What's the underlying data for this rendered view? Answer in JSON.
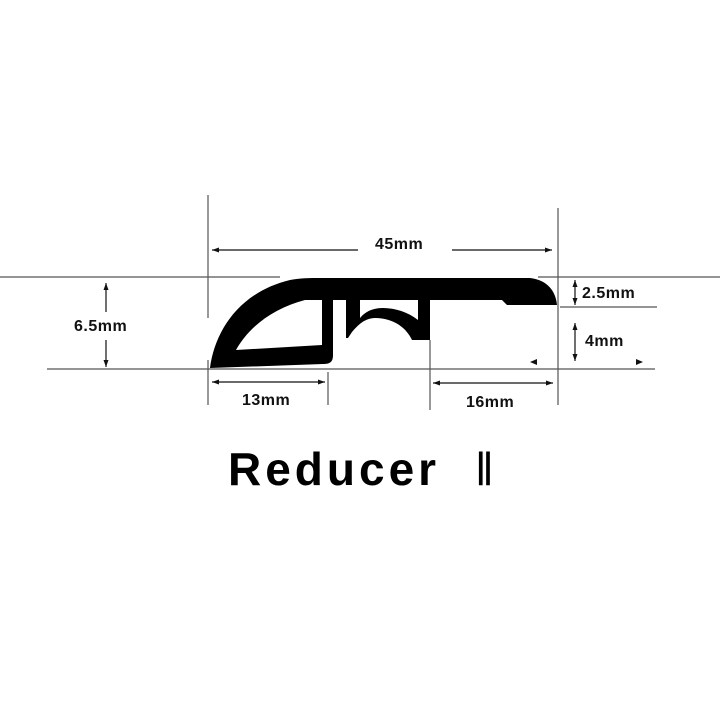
{
  "diagram": {
    "title": "Reducer",
    "title_suffix": "‖",
    "profile_color": "#000000",
    "line_color": "#555555",
    "dimensions": {
      "overall_width": "45mm",
      "total_height": "6.5mm",
      "top_thickness": "2.5mm",
      "step_height": "4mm",
      "left_base": "13mm",
      "right_overhang": "16mm"
    }
  }
}
